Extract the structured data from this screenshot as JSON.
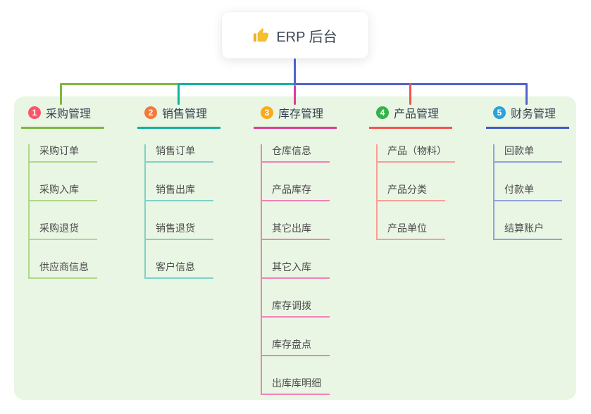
{
  "root": {
    "label": "ERP 后台",
    "icon": "thumbs-up-icon",
    "icon_color": "#f5bd2f",
    "box_color": "#ffffff",
    "text_color": "#3c4655"
  },
  "canvas": {
    "background": "#ffffff",
    "panel_color": "#e9f6e4",
    "trunk_color": "#5164c8"
  },
  "branches": [
    {
      "number": "1",
      "label": "采购管理",
      "colors": {
        "badge": "#f8566c",
        "line": "#7db840",
        "child_line": "#afd88a"
      },
      "children": [
        "采购订单",
        "采购入库",
        "采购退货",
        "供应商信息"
      ]
    },
    {
      "number": "2",
      "label": "销售管理",
      "colors": {
        "badge": "#f5793b",
        "line": "#13b1a2",
        "child_line": "#7fd2c6"
      },
      "children": [
        "销售订单",
        "销售出库",
        "销售退货",
        "客户信息"
      ]
    },
    {
      "number": "3",
      "label": "库存管理",
      "colors": {
        "badge": "#fbab19",
        "line": "#dd3c98",
        "child_line": "#f180ba"
      },
      "children": [
        "仓库信息",
        "产品库存",
        "其它出库",
        "其它入库",
        "库存调拨",
        "库存盘点",
        "出库库明细"
      ]
    },
    {
      "number": "4",
      "label": "产品管理",
      "colors": {
        "badge": "#35b24a",
        "line": "#f4534b",
        "child_line": "#f89f96"
      },
      "children": [
        "产品（物料）",
        "产品分类",
        "产品单位"
      ]
    },
    {
      "number": "5",
      "label": "财务管理",
      "colors": {
        "badge": "#2aa3dc",
        "line": "#3f5bc6",
        "child_line": "#8fa3de"
      },
      "children": [
        "回款单",
        "付款单",
        "结算账户"
      ]
    }
  ]
}
